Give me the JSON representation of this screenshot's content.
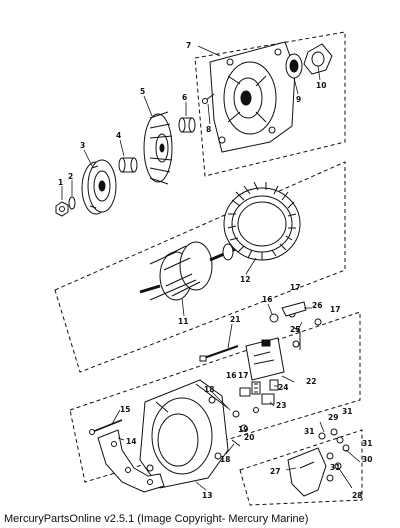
{
  "diagram": {
    "callouts": [
      {
        "id": "1",
        "label": "1"
      },
      {
        "id": "2",
        "label": "2"
      },
      {
        "id": "3",
        "label": "3"
      },
      {
        "id": "4",
        "label": "4"
      },
      {
        "id": "5",
        "label": "5"
      },
      {
        "id": "6",
        "label": "6"
      },
      {
        "id": "7",
        "label": "7"
      },
      {
        "id": "8",
        "label": "8"
      },
      {
        "id": "9",
        "label": "9"
      },
      {
        "id": "10",
        "label": "10"
      },
      {
        "id": "11",
        "label": "11"
      },
      {
        "id": "12",
        "label": "12"
      },
      {
        "id": "13",
        "label": "13"
      },
      {
        "id": "14",
        "label": "14"
      },
      {
        "id": "15",
        "label": "15"
      },
      {
        "id": "16a",
        "label": "16"
      },
      {
        "id": "16b",
        "label": "16"
      },
      {
        "id": "17a",
        "label": "17"
      },
      {
        "id": "17b",
        "label": "17"
      },
      {
        "id": "17c",
        "label": "17"
      },
      {
        "id": "18a",
        "label": "18"
      },
      {
        "id": "18b",
        "label": "18"
      },
      {
        "id": "19",
        "label": "19"
      },
      {
        "id": "20",
        "label": "20"
      },
      {
        "id": "21",
        "label": "21"
      },
      {
        "id": "22",
        "label": "22"
      },
      {
        "id": "23",
        "label": "23"
      },
      {
        "id": "24",
        "label": "24"
      },
      {
        "id": "25",
        "label": "25"
      },
      {
        "id": "26",
        "label": "26"
      },
      {
        "id": "27",
        "label": "27"
      },
      {
        "id": "28",
        "label": "28"
      },
      {
        "id": "29",
        "label": "29"
      },
      {
        "id": "30",
        "label": "30"
      },
      {
        "id": "31a",
        "label": "31"
      },
      {
        "id": "31b",
        "label": "31"
      },
      {
        "id": "31c",
        "label": "31"
      },
      {
        "id": "31d",
        "label": "31"
      }
    ]
  },
  "footer": {
    "text": "MercuryPartsOnline v2.5.1 (Image Copyright- Mercury Marine)"
  }
}
